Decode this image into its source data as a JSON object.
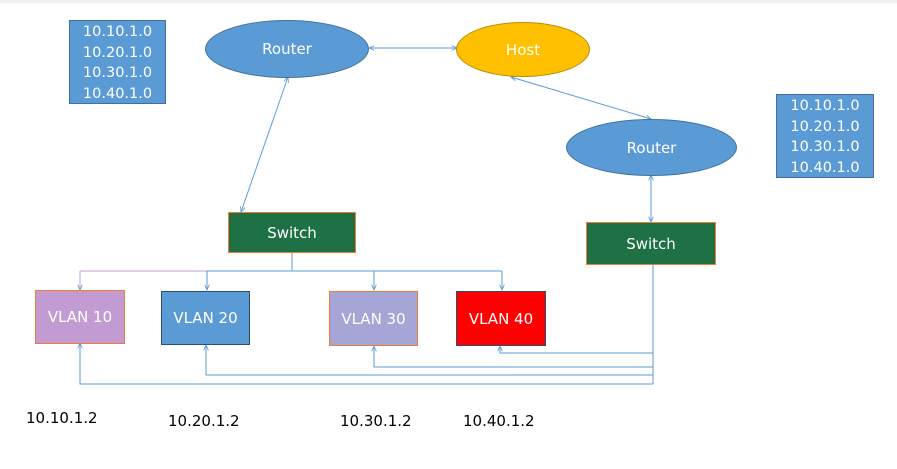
{
  "nodes": {
    "router_left": {
      "label": "Router"
    },
    "host": {
      "label": "Host"
    },
    "router_right": {
      "label": "Router"
    },
    "switch_left": {
      "label": "Switch"
    },
    "switch_right": {
      "label": "Switch"
    }
  },
  "address_boxes": {
    "left": [
      "10.10.1.0",
      "10.20.1.0",
      "10.30.1.0",
      "10.40.1.0"
    ],
    "right": [
      "10.10.1.0",
      "10.20.1.0",
      "10.30.1.0",
      "10.40.1.0"
    ]
  },
  "vlans": [
    {
      "label": "VLAN 10",
      "color": "#c39bd3"
    },
    {
      "label": "VLAN 20",
      "color": "#5b9bd5"
    },
    {
      "label": "VLAN 30",
      "color": "#a5a5d6"
    },
    {
      "label": "VLAN 40",
      "color": "#ff0000"
    }
  ],
  "ip_labels": [
    "10.10.1.2",
    "10.20.1.2",
    "10.30.1.2",
    "10.40.1.2"
  ],
  "colors": {
    "router": "#5b9bd5",
    "host": "#ffc000",
    "switch": "#1e7145",
    "connector": "#5b9bd5",
    "vlan10_connector": "#c39bd3"
  }
}
